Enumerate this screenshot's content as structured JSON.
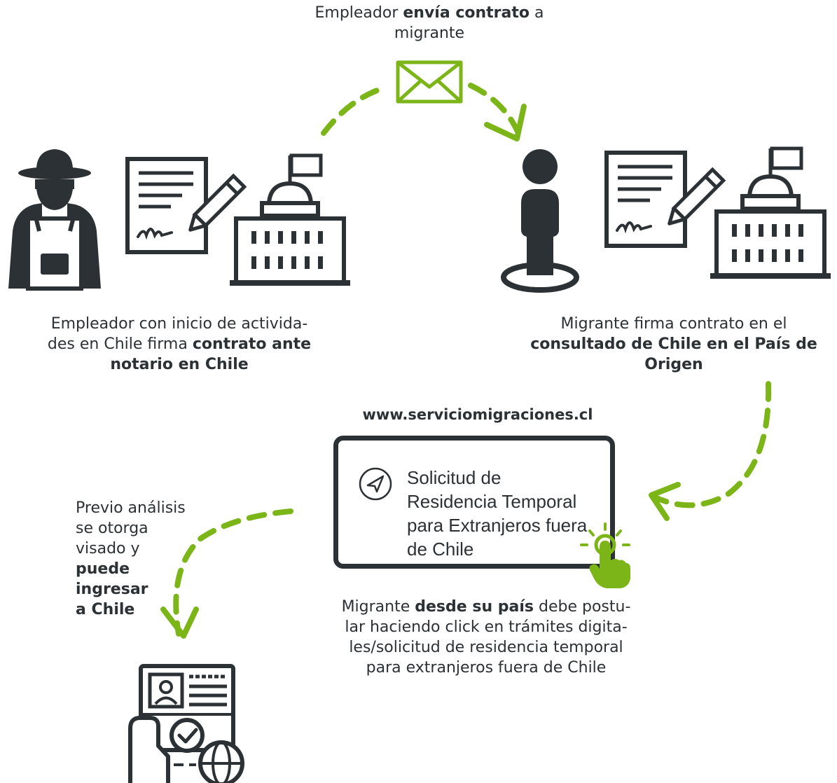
{
  "step_send": {
    "prefix": "Empleador ",
    "bold": "envía contrato",
    "suffix": " a",
    "line2": "migrante"
  },
  "step_employer": {
    "line1": "Empleador con inicio de activida-",
    "line2_prefix": "des en Chile firma ",
    "line2_bold": "contrato ante",
    "line3_bold": "notario en Chile"
  },
  "step_consulate": {
    "line1": "Migrante firma contrato en el",
    "line2_bold": "consultado de Chile en el País de",
    "line3_bold": "Origen"
  },
  "website": {
    "url": "www.serviciomigraciones.cl",
    "card_lines": [
      "Solicitud de",
      "Residencia Temporal",
      "para Extranjeros fuera",
      "de Chile"
    ]
  },
  "step_apply": {
    "line1_prefix": "Migrante ",
    "line1_bold": "desde su país",
    "line1_suffix": " debe postu-",
    "line2": "lar haciendo click en trámites digita-",
    "line3": "les/solicitud de residencia temporal",
    "line4": "para extranjeros fuera de Chile"
  },
  "step_visa": {
    "lines": [
      "Previo análisis",
      "se otorga",
      "visado y"
    ],
    "bold_lines": [
      "puede",
      "ingresar",
      "a Chile"
    ]
  },
  "colors": {
    "dark": "#2b3134",
    "green": "#7cb518"
  },
  "icons": [
    "farmer-icon",
    "signed-contract-icon",
    "government-building-icon",
    "envelope-icon",
    "migrant-person-icon",
    "navigation-arrow-icon",
    "tap-hand-icon",
    "visa-passport-icon"
  ]
}
